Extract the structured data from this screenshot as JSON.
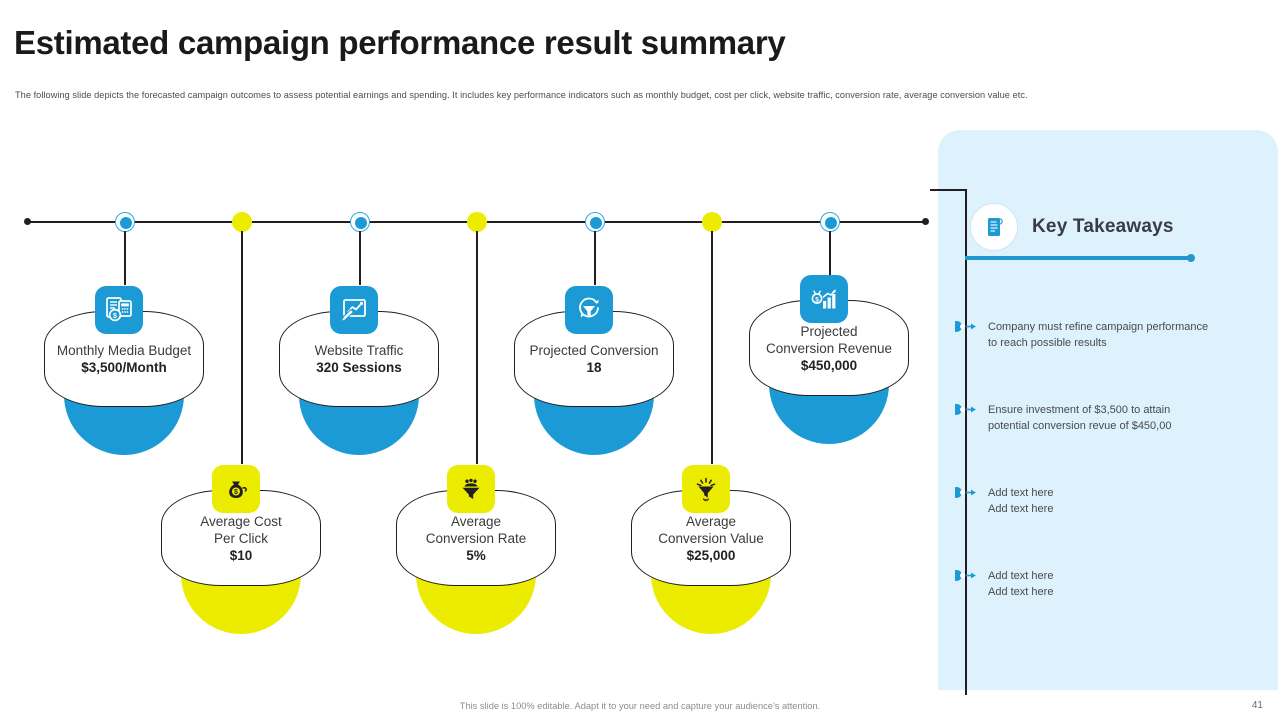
{
  "header": {
    "title": "Estimated campaign performance result summary",
    "subtitle": "The following slide depicts the forecasted campaign outcomes to assess potential earnings and spending. It includes key performance indicators such as monthly budget, cost per click, website traffic, conversion rate, average conversion value etc."
  },
  "timeline": {
    "node_colors": [
      "#1c9ad6",
      "#ecec00",
      "#1c9ad6",
      "#ecec00",
      "#1c9ad6",
      "#ecec00",
      "#1c9ad6"
    ],
    "line_color": "#231f20"
  },
  "metrics": {
    "top_row": [
      {
        "label": "Monthly Media Budget",
        "value": "$3,500/Month",
        "icon": "invoice-dollar-icon",
        "accent": "#1c9ad6"
      },
      {
        "label": "Website Traffic",
        "value": "320 Sessions",
        "icon": "traffic-chart-icon",
        "accent": "#1c9ad6"
      },
      {
        "label": "Projected Conversion",
        "value": "18",
        "icon": "conversion-funnel-icon",
        "accent": "#1c9ad6"
      },
      {
        "label": "Projected\nConversion Revenue",
        "value": "$450,000",
        "icon": "revenue-growth-icon",
        "accent": "#1c9ad6"
      }
    ],
    "bottom_row": [
      {
        "label": "Average Cost\nPer Click",
        "value": "$10",
        "icon": "money-bag-icon",
        "accent": "#ecec00"
      },
      {
        "label": "Average\nConversion Rate",
        "value": "5%",
        "icon": "people-funnel-icon",
        "accent": "#ecec00"
      },
      {
        "label": "Average\nConversion Value",
        "value": "$25,000",
        "icon": "value-funnel-icon",
        "accent": "#ecec00"
      }
    ]
  },
  "key_takeaways": {
    "title": "Key Takeaways",
    "icon": "notes-document-icon",
    "accent": "#2196cf",
    "panel_color": "#ddf2fc",
    "items": [
      "Company must refine campaign performance\nto reach possible results",
      "Ensure investment of $3,500 to attain\npotential conversion revue of $450,00",
      "Add text here\nAdd text here",
      "Add text here\nAdd text here"
    ]
  },
  "footer": {
    "note": "This slide is 100% editable. Adapt it to your need and capture your audience's attention.",
    "page_number": "41"
  }
}
